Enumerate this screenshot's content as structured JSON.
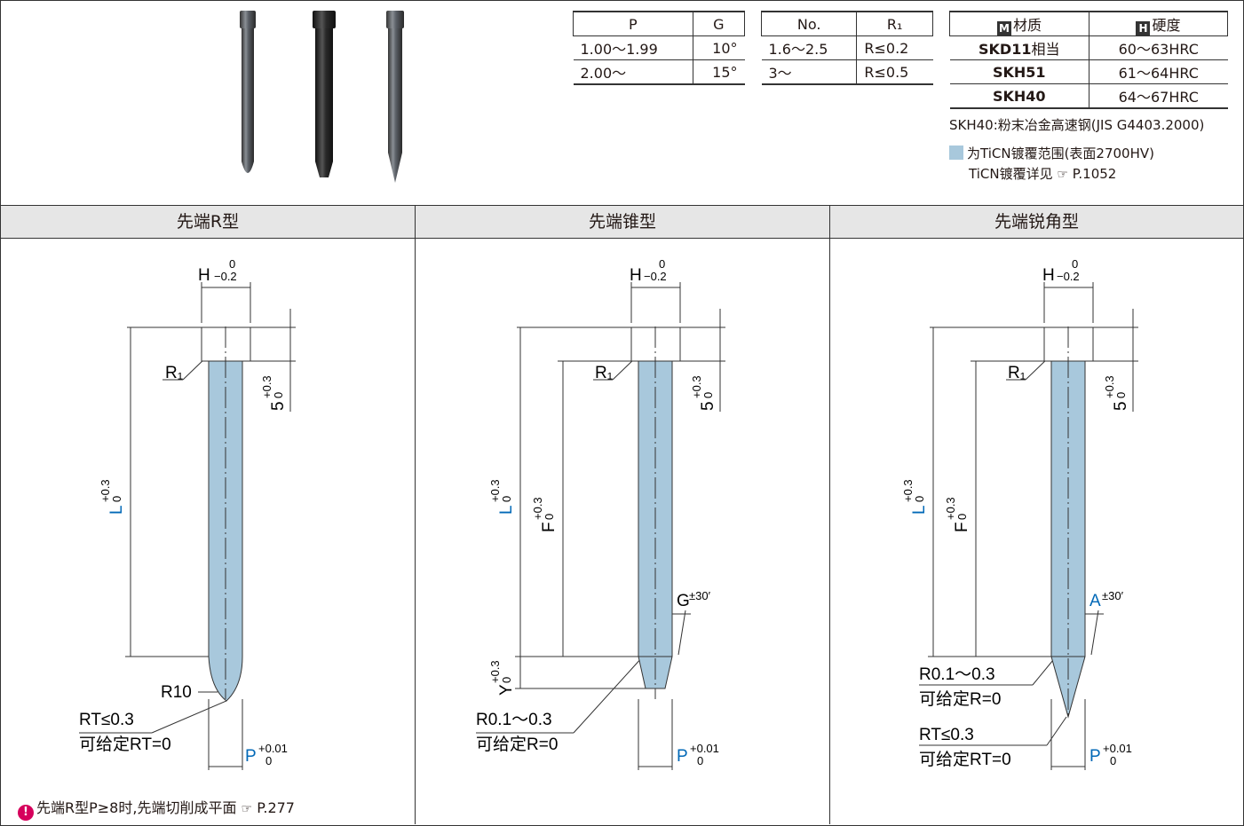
{
  "pg_table": {
    "headers": [
      "P",
      "G"
    ],
    "rows": [
      [
        "1.00～1.99",
        "10°"
      ],
      [
        "2.00～",
        "15°"
      ]
    ]
  },
  "r_table": {
    "headers": [
      "No.",
      "R₁"
    ],
    "rows": [
      [
        "1.6～2.5",
        "R≤0.2"
      ],
      [
        "3～",
        "R≤0.5"
      ]
    ]
  },
  "material_table": {
    "headers": {
      "material_icon": "M",
      "material": "材质",
      "hardness_icon": "H",
      "hardness": "硬度"
    },
    "rows": [
      {
        "material_bold": "SKD11",
        "material_suffix": "相当",
        "hardness": "60～63HRC"
      },
      {
        "material_bold": "SKH51",
        "material_suffix": "",
        "hardness": "61～64HRC"
      },
      {
        "material_bold": "SKH40",
        "material_suffix": "",
        "hardness": "64～67HRC"
      }
    ]
  },
  "notes": {
    "skh40": "SKH40:粉末冶金高速钢(JIS G4403.2000)",
    "ticn_range": "为TiCN镀覆范围(表面2700HV)",
    "ticn_detail": "TiCN镀覆详见",
    "ticn_page": "P.1052",
    "bottom": "先端R型P≥8时,先端切削成平面",
    "bottom_page": "P.277",
    "ref_icon": "pointing-hand-icon"
  },
  "sections": [
    "先端R型",
    "先端锥型",
    "先端锐角型"
  ],
  "labels": {
    "H": "H",
    "H_tol_up": "0",
    "H_tol_dn": "−0.2",
    "R1": "R₁",
    "five": "5",
    "tol_up_03": "+0.3",
    "tol_dn_0": "0",
    "L": "L",
    "F": "F",
    "Y": "Y",
    "P": "P",
    "P_tol_up": "+0.01",
    "G": "G",
    "G_tol": "±30′",
    "A": "A",
    "R10": "R10",
    "RT_le": "RT≤0.3",
    "RT_zero": "可给定RT=0",
    "R01": "R0.1～0.3",
    "R_zero": "可给定R=0"
  },
  "colors": {
    "pin_fill": "#a8c8dc",
    "accent_blue": "#0068b7",
    "header_bg": "#e6e6e6",
    "warn": "#d6005c"
  }
}
